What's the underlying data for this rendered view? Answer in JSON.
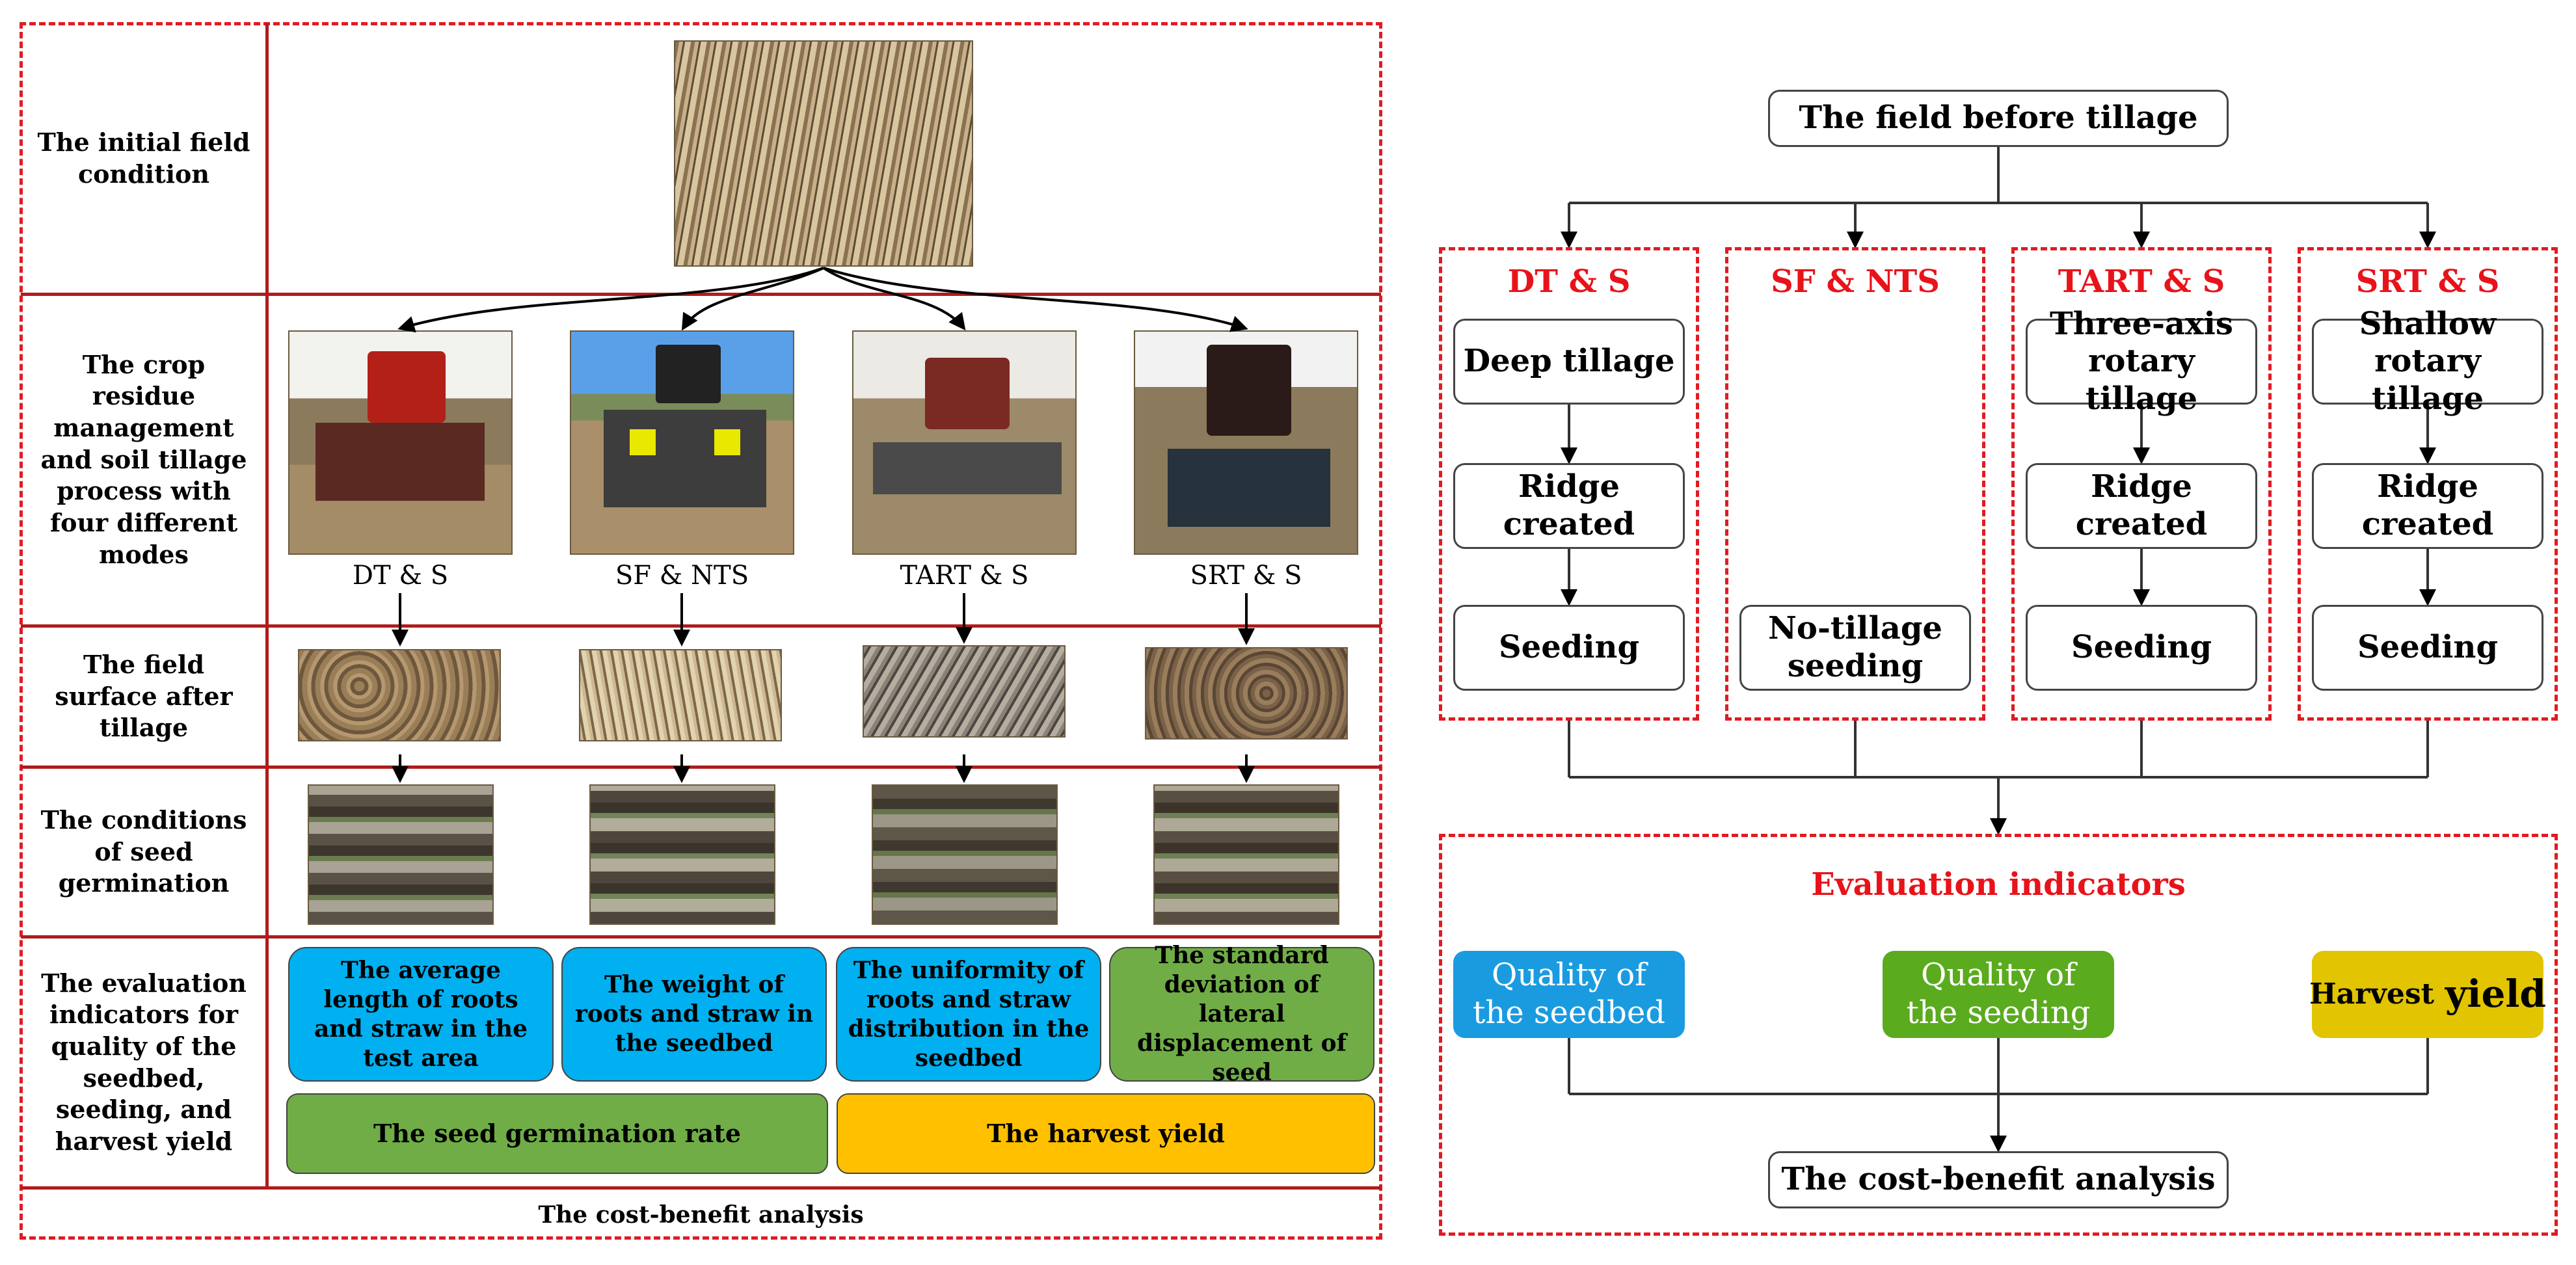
{
  "left": {
    "rows": [
      {
        "label": "The initial field condition"
      },
      {
        "label": "The crop residue management and soil tillage process with four different modes"
      },
      {
        "label": "The field surface after tillage"
      },
      {
        "label": "The conditions of seed germination"
      },
      {
        "label": "The evaluation indicators for quality of the seedbed, seeding, and harvest yield"
      }
    ],
    "modes": [
      "DT & S",
      "SF & NTS",
      "TART & S",
      "SRT & S"
    ],
    "indicators": [
      {
        "text": "The average length of roots and straw in the test area",
        "color": "#00b0f0"
      },
      {
        "text": "The weight of roots and straw in the seedbed",
        "color": "#00b0f0"
      },
      {
        "text": "The uniformity of roots and straw distribution in the seedbed",
        "color": "#00b0f0"
      },
      {
        "text": "The standard deviation of lateral displacement of seed",
        "color": "#70ad47"
      }
    ],
    "wide_indicators": [
      {
        "text": "The seed germination rate",
        "color": "#70ad47"
      },
      {
        "text": "The harvest yield",
        "color": "#ffc000"
      }
    ],
    "footer": "The cost-benefit analysis"
  },
  "right": {
    "top_box": "The field before tillage",
    "modes": [
      {
        "title": "DT & S",
        "steps": [
          "Deep tillage",
          "Ridge created",
          "Seeding"
        ]
      },
      {
        "title": "SF & NTS",
        "steps": [
          "No-tillage seeding"
        ]
      },
      {
        "title": "TART & S",
        "steps": [
          "Three-axis rotary tillage",
          "Ridge created",
          "Seeding"
        ]
      },
      {
        "title": "SRT & S",
        "steps": [
          "Shallow rotary tillage",
          "Ridge created",
          "Seeding"
        ]
      }
    ],
    "evaluation_title": "Evaluation indicators",
    "indicators": [
      {
        "text": "Quality of the seedbed",
        "color": "#1a9be0"
      },
      {
        "text": "Quality of the seeding",
        "color": "#5aab1e"
      },
      {
        "text_a": "Harvest",
        "text_b": "yield",
        "color": "#e2c400"
      }
    ],
    "bottom_box": "The cost-benefit analysis"
  }
}
